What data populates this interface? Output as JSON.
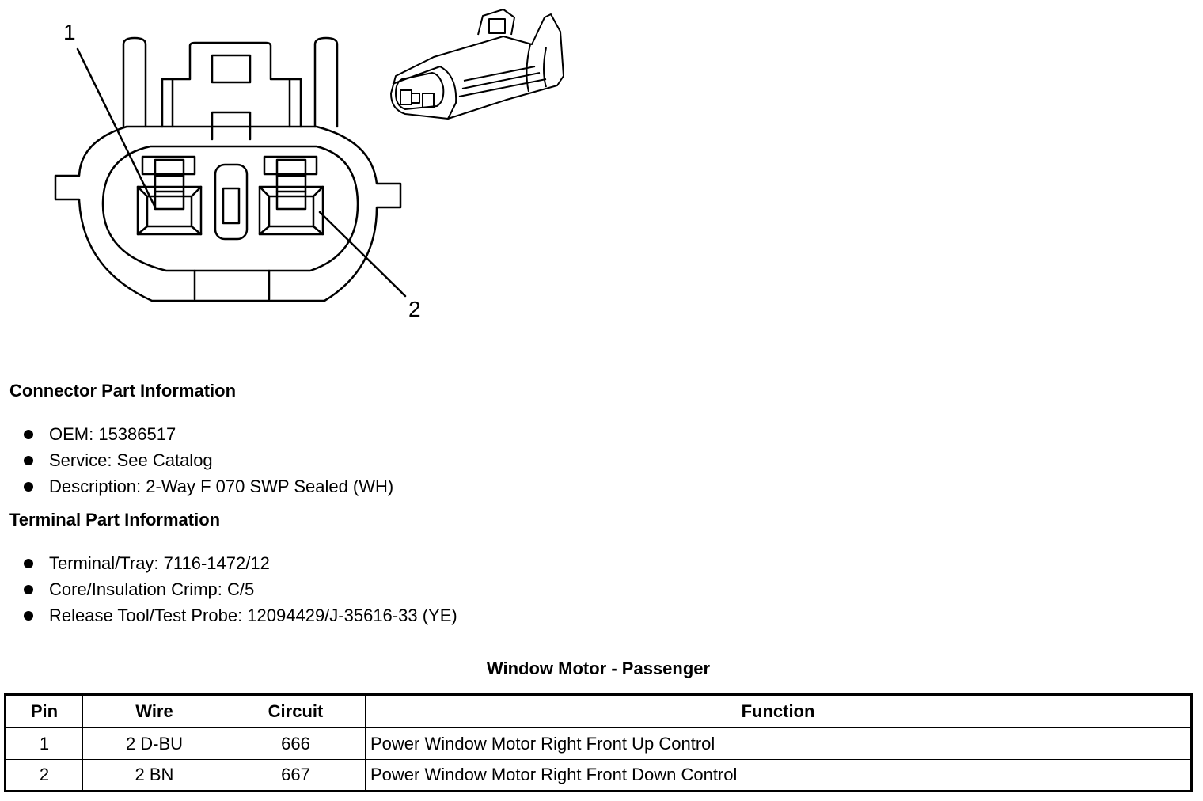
{
  "diagram": {
    "callouts": [
      "1",
      "2"
    ]
  },
  "connector_section": {
    "heading": "Connector Part Information",
    "items": [
      "OEM: 15386517",
      "Service: See Catalog",
      "Description: 2-Way F 070 SWP Sealed (WH)"
    ]
  },
  "terminal_section": {
    "heading": "Terminal Part Information",
    "items": [
      "Terminal/Tray: 7116-1472/12",
      "Core/Insulation Crimp: C/5",
      "Release Tool/Test Probe: 12094429/J-35616-33 (YE)"
    ]
  },
  "table": {
    "title": "Window Motor - Passenger",
    "headers": [
      "Pin",
      "Wire",
      "Circuit",
      "Function"
    ],
    "rows": [
      [
        "1",
        "2 D-BU",
        "666",
        "Power Window Motor Right Front Up Control"
      ],
      [
        "2",
        "2 BN",
        "667",
        "Power Window Motor Right Front Down Control"
      ]
    ]
  }
}
